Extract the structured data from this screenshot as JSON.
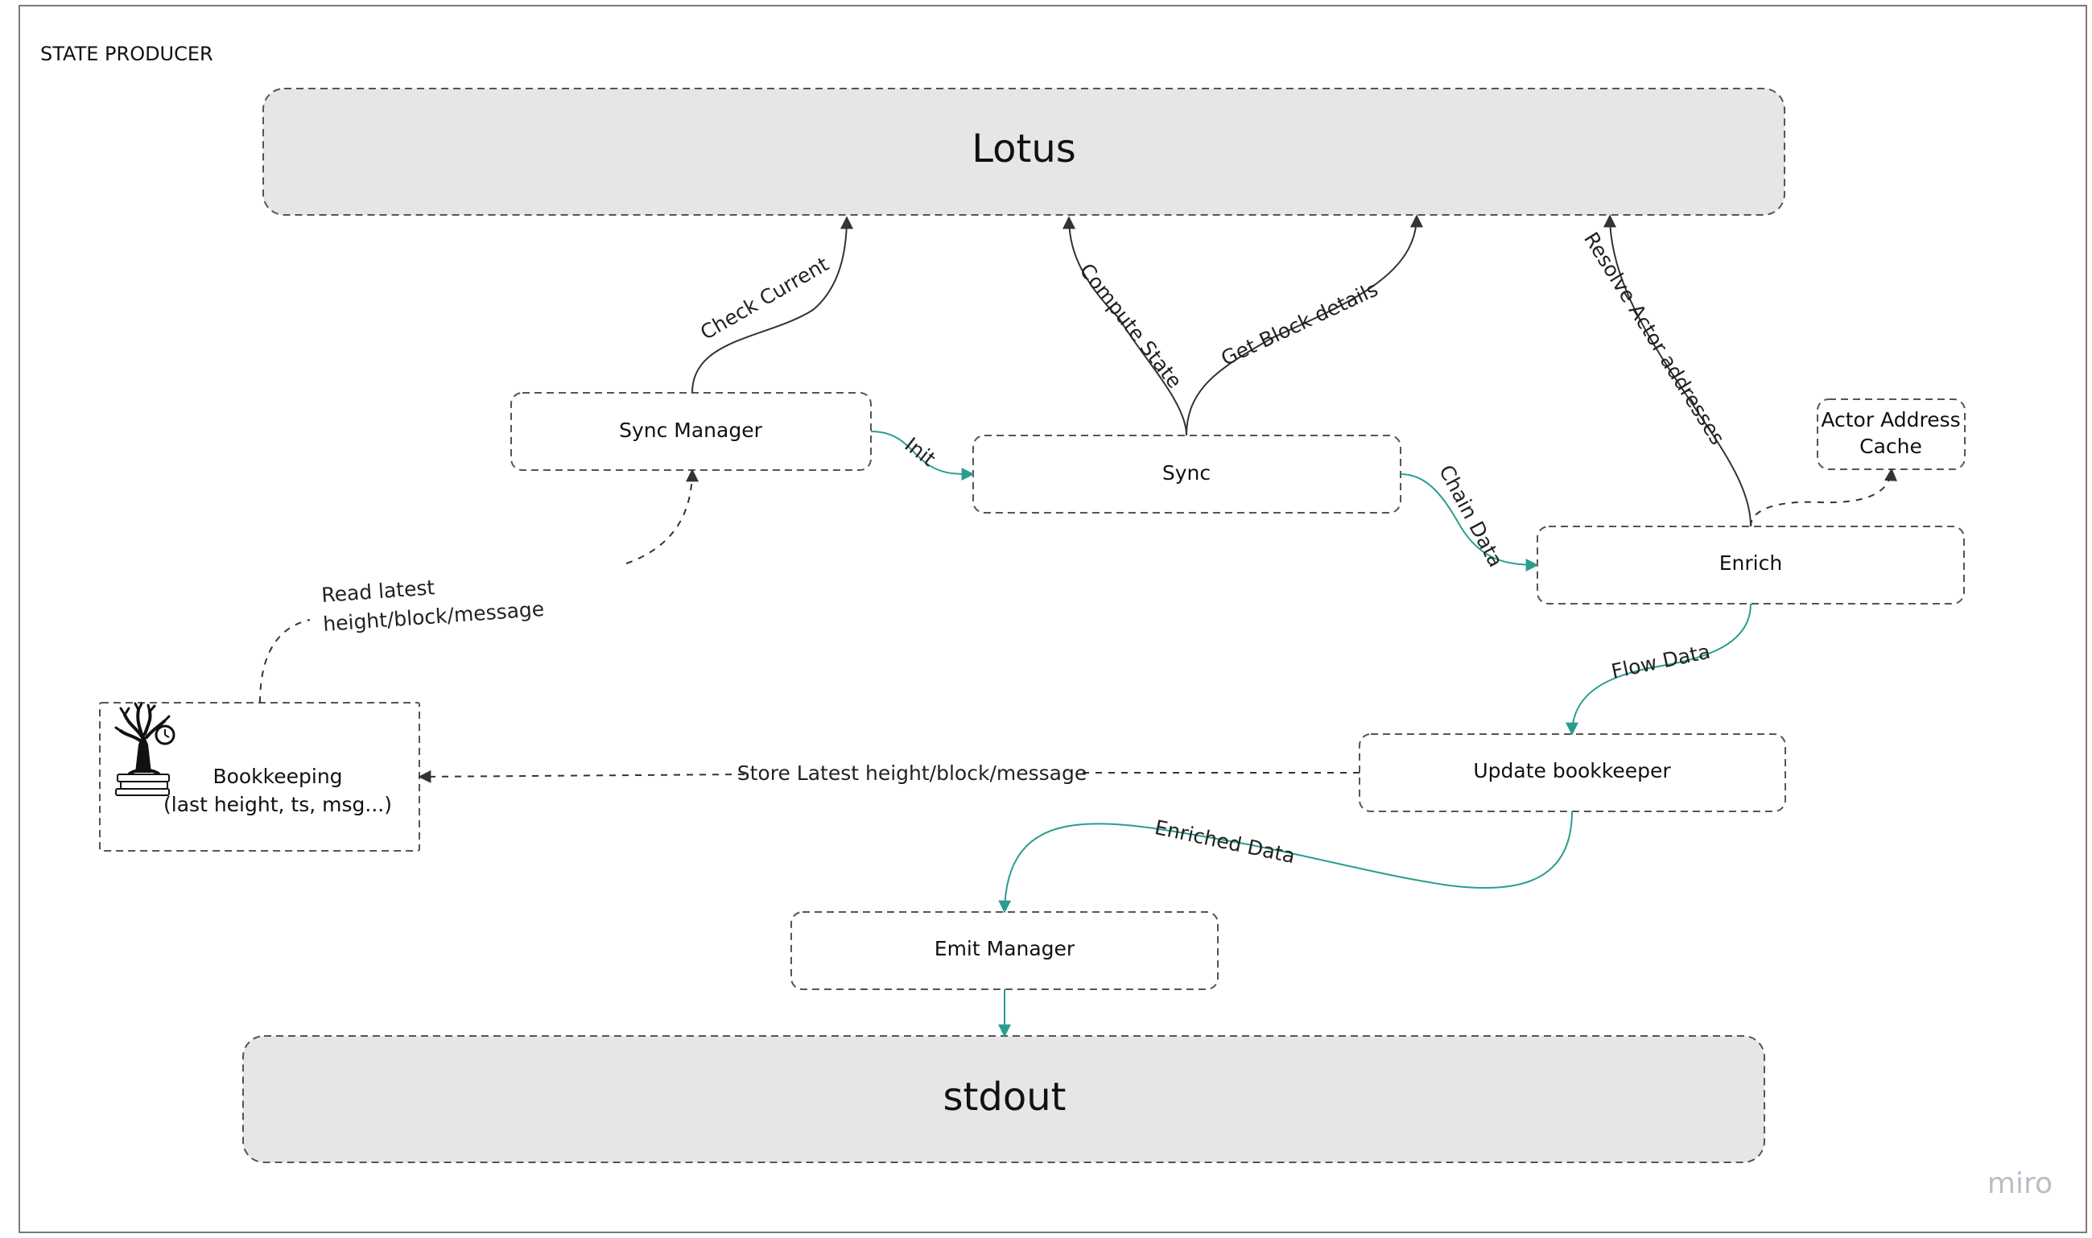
{
  "frame": {
    "title": "STATE PRODUCER"
  },
  "nodes": {
    "lotus": "Lotus",
    "stdout": "stdout",
    "sync_manager": "Sync Manager",
    "sync": "Sync",
    "enrich": "Enrich",
    "actor_cache_line1": "Actor Address",
    "actor_cache_line2": "Cache",
    "update_bookkeeper": "Update bookkeeper",
    "emit_manager": "Emit Manager",
    "bookkeeping_line1": "Bookkeeping",
    "bookkeeping_line2": "(last height, ts, msg...)"
  },
  "edges": {
    "check_current": "Check Current",
    "compute_state": "Compute State",
    "get_block_details": "Get Block details",
    "resolve_actor_addresses": "Resolve Actor addresses",
    "init": "Init",
    "chain_data": "Chain Data",
    "flow_data": "Flow Data",
    "store_latest": "Store Latest height/block/message",
    "enriched_data": "Enriched Data",
    "read_latest_line1": "Read latest",
    "read_latest_line2": "height/block/message"
  },
  "icons": {
    "bookkeeping": "tree-books-icon"
  },
  "colors": {
    "data_flow": "#2a9d8f",
    "control_flow": "#333333",
    "big_box_fill": "#e6e6e6"
  },
  "brand": "miro"
}
